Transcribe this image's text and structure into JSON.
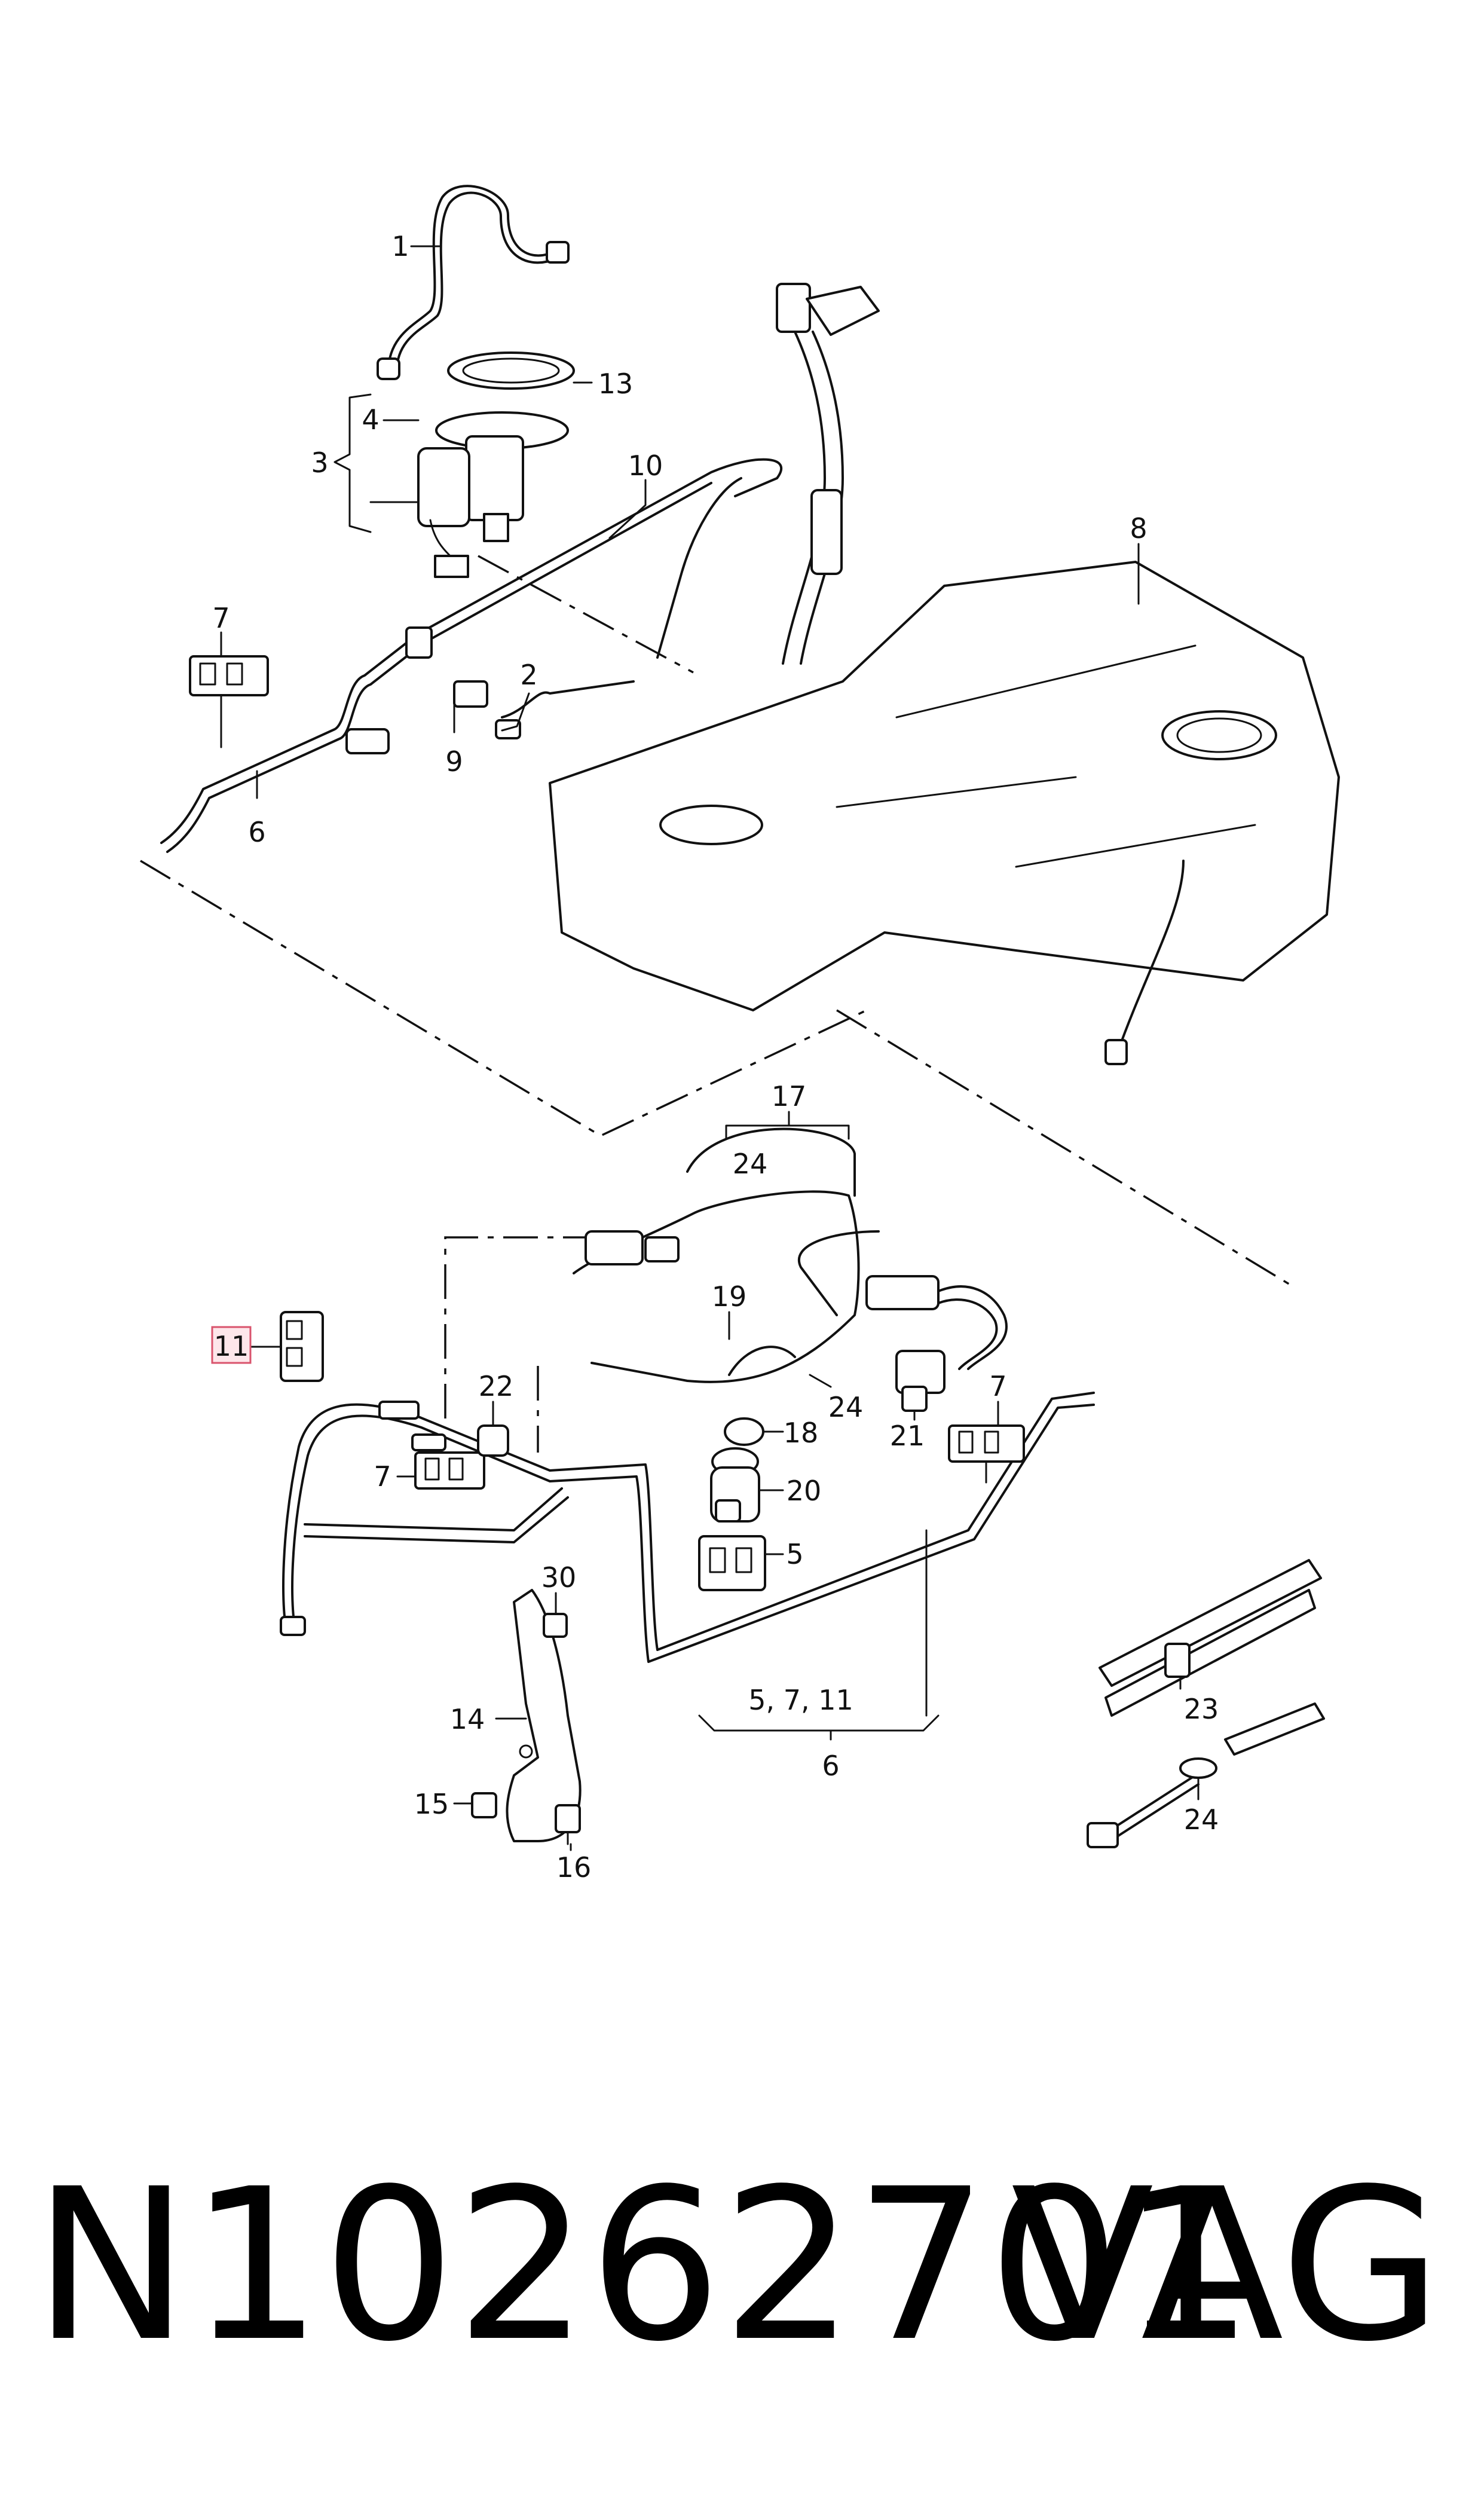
{
  "callouts": {
    "c1": "1",
    "c2": "2",
    "c3": "3",
    "c4": "4",
    "c5": "5",
    "c6_top": "6",
    "c6_bottom": "6",
    "c7_top": "7",
    "c7_left": "7",
    "c7_right": "7",
    "c8": "8",
    "c9": "9",
    "c10": "10",
    "c11": "11",
    "c13": "13",
    "c14": "14",
    "c15": "15",
    "c16": "16",
    "c17": "17",
    "c18": "18",
    "c19": "19",
    "c20": "20",
    "c21": "21",
    "c22": "22",
    "c23": "23",
    "c24_group": "24",
    "c24_line": "24",
    "c24_bottom": "24",
    "c30": "30",
    "c5711": "5, 7, 11"
  },
  "footer": {
    "part_number": "N10262701",
    "brand": "VAG"
  },
  "colors": {
    "line": "#111111",
    "highlight_fill": "#fde6ea",
    "highlight_border": "#d9536c"
  }
}
